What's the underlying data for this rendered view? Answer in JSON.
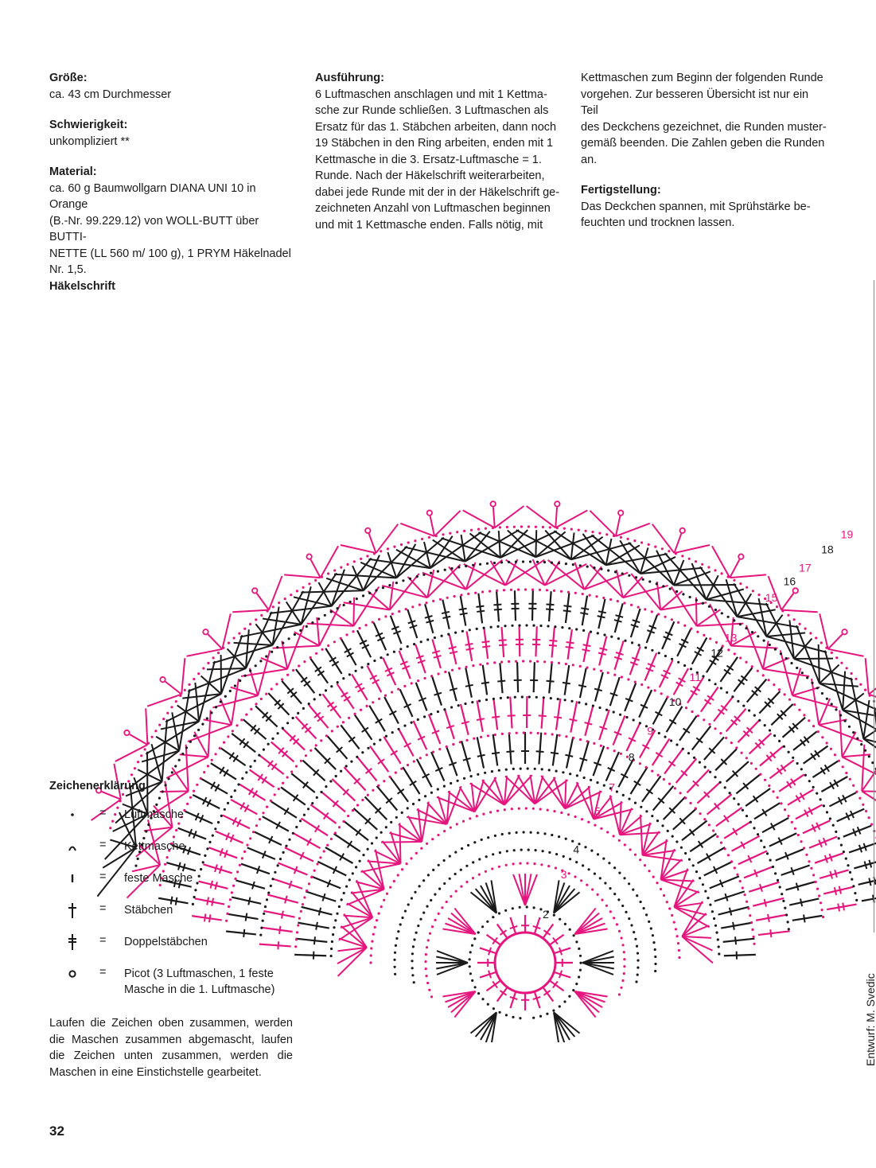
{
  "col1": {
    "size_label": "Größe:",
    "size_value": "ca. 43 cm Durchmesser",
    "difficulty_label": "Schwierigkeit:",
    "difficulty_value": "unkompliziert **",
    "material_label": "Material:",
    "material_lines": [
      "ca. 60 g Baumwollgarn DIANA UNI 10 in Orange",
      "(B.-Nr. 99.229.12) von WOLL-BUTT über BUTTI-",
      "NETTE (LL 560 m/ 100 g), 1 PRYM Häkelnadel",
      "Nr. 1,5."
    ]
  },
  "col2": {
    "heading": "Ausführung:",
    "lines": [
      "6 Luftmaschen anschlagen und mit 1 Kettma-",
      "sche zur Runde schließen. 3 Luftmaschen als",
      "Ersatz für das 1. Stäbchen arbeiten, dann noch",
      "19 Stäbchen in den Ring arbeiten, enden mit 1",
      "Kettmasche in die 3. Ersatz-Luftmasche = 1.",
      "Runde. Nach der Häkelschrift weiterarbeiten,",
      "dabei jede Runde mit der in der Häkelschrift ge-",
      "zeichneten Anzahl von Luftmaschen beginnen",
      "und mit 1 Kettmasche enden. Falls nötig, mit"
    ]
  },
  "col3": {
    "lines": [
      "Kettmaschen zum Beginn der folgenden Runde",
      "vorgehen. Zur besseren Übersicht ist nur ein Teil",
      "des Deckchens gezeichnet, die Runden muster-",
      "gemäß beenden. Die Zahlen geben die Runden",
      "an."
    ],
    "finish_heading": "Fertigstellung:",
    "finish_lines": [
      "Das Deckchen spannen, mit Sprühstärke be-",
      "feuchten und trocknen lassen."
    ]
  },
  "chart_title": "Häkelschrift",
  "round_labels": [
    "2",
    "3",
    "4",
    "5",
    "7",
    "8",
    "9",
    "10",
    "11",
    "12",
    "13",
    "15",
    "16",
    "17",
    "18",
    "19"
  ],
  "legend": {
    "title": "Zeichenerklärung",
    "equals": "=",
    "items": [
      {
        "symbol": "chain-stitch-icon",
        "label": "Luftmasche"
      },
      {
        "symbol": "slip-stitch-icon",
        "label": "Kettmasche"
      },
      {
        "symbol": "single-crochet-icon",
        "label": "feste Masche"
      },
      {
        "symbol": "double-crochet-icon",
        "label": "Stäbchen"
      },
      {
        "symbol": "treble-crochet-icon",
        "label": "Doppelstäbchen"
      },
      {
        "symbol": "picot-icon",
        "label": "Picot (3 Luftmaschen, 1 feste",
        "label2": "Masche in die 1. Luftmasche)"
      }
    ]
  },
  "legend_note": "Laufen die Zeichen oben zusammen, werden die Maschen zusammen abgemascht, laufen die Zeichen unten zusammen, werden die Maschen in eine Einstichstelle gearbeitet.",
  "page_number": "32",
  "credit": "Entwurf: M. Svedic",
  "colors": {
    "magenta": "#e6157e",
    "black": "#1a1a1a"
  }
}
